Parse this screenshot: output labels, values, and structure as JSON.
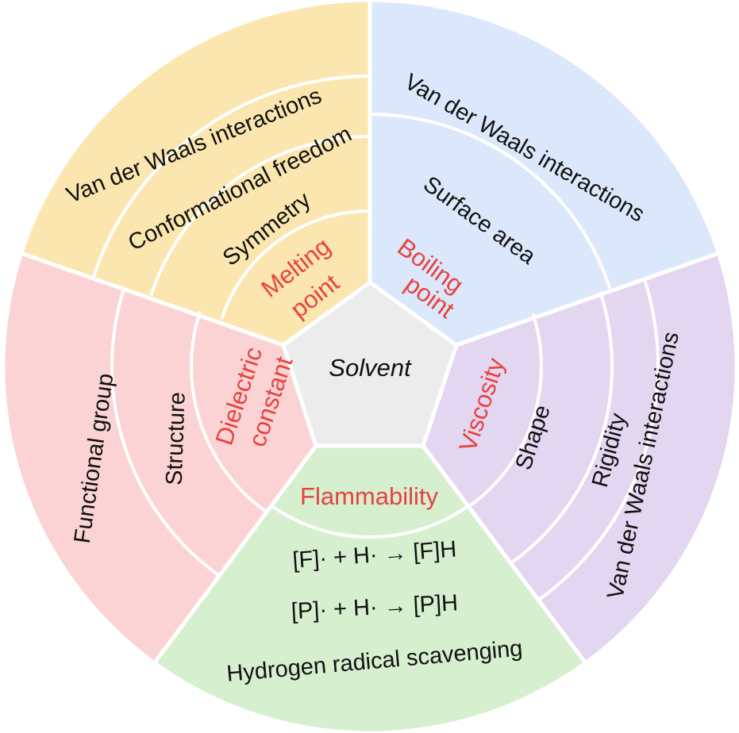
{
  "center": {
    "label": "Solvent",
    "color": "#ececec"
  },
  "sectors": {
    "melting": {
      "color": "#fbe6b0",
      "property": [
        "Melting",
        "point"
      ],
      "factors": [
        "Symmetry",
        "Conformational freedom",
        "Van der Waals interactions"
      ]
    },
    "boiling": {
      "color": "#dbe8fb",
      "property": [
        "Boiling",
        "point"
      ],
      "factors": [
        "Surface area",
        "Van der Waals interactions"
      ]
    },
    "viscosity": {
      "color": "#e3d6f0",
      "property": [
        "Viscosity"
      ],
      "factors": [
        "Shape",
        "Rigidity",
        "Van der Waals interactions"
      ]
    },
    "flammability": {
      "color": "#d6efce",
      "property": [
        "Flammability"
      ],
      "equations": [
        "[F]· + H· → [F]H",
        "[P]· + H· → [P]H"
      ],
      "factors": [
        "Hydrogen radical scavenging"
      ]
    },
    "dielectric": {
      "color": "#fbd3d4",
      "property": [
        "Dielectric",
        "constant"
      ],
      "factors": [
        "Structure",
        "Functional group"
      ]
    }
  },
  "colors": {
    "property_text": "#e8423f",
    "text": "#111111",
    "divider": "#ffffff"
  }
}
